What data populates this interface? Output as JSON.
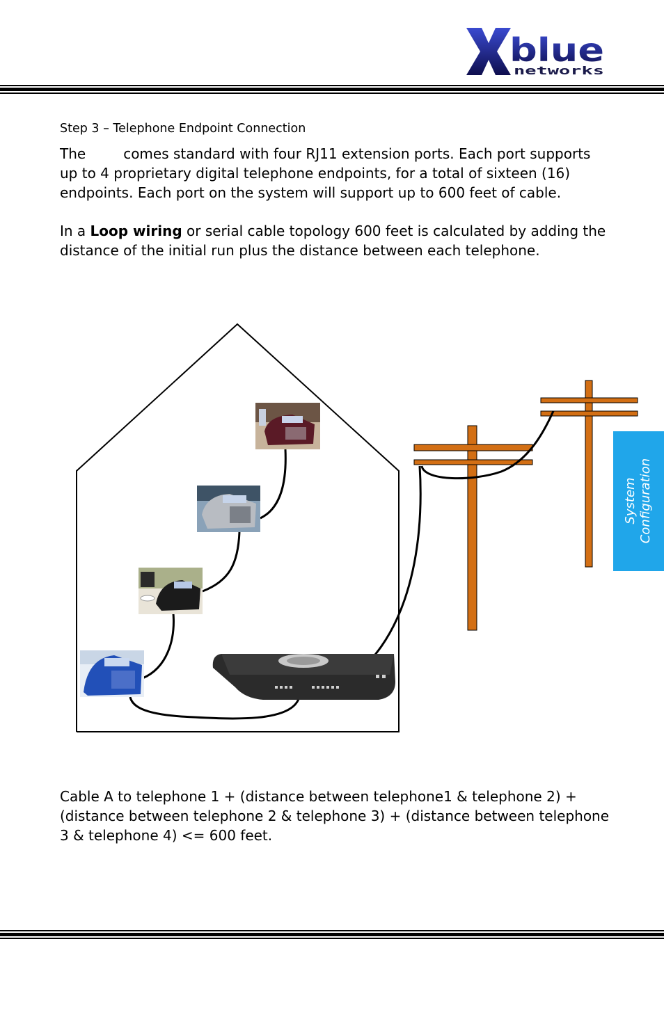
{
  "logo": {
    "main": "blue",
    "sub": "networks",
    "colors": {
      "dark": "#14145a",
      "mid": "#2434a8",
      "sub_text": "#1a1a4a"
    }
  },
  "heading": {
    "step": "Step 3 – Telephone Endpoint Connection"
  },
  "body": {
    "para1_start": "The",
    "para1_rest": "comes standard with four RJ11 extension ports. Each port supports up to 4 proprietary digital telephone endpoints, for a total of sixteen (16) endpoints.  Each port on the system will support up to 600 feet of cable.",
    "para2_start": "In a ",
    "para2_bold": "Loop wiring",
    "para2_rest": " or serial cable topology 600 feet is calculated by adding the distance of the initial run plus the distance between each telephone.",
    "para3": "Cable A to telephone 1 + (distance between telephone1 & telephone 2) + (distance between telephone 2 & telephone 3) + (distance between telephone 3 & telephone 4) <= 600 feet."
  },
  "side_tab": {
    "line1": "System",
    "line2": "Configuration",
    "color": "#20a6ea"
  },
  "diagram": {
    "pole_color": "#d36f14",
    "telephone_icons": [
      "telephone-icon",
      "telephone-icon",
      "telephone-icon",
      "telephone-icon"
    ],
    "phone_system_icon": "phone-system-icon"
  }
}
